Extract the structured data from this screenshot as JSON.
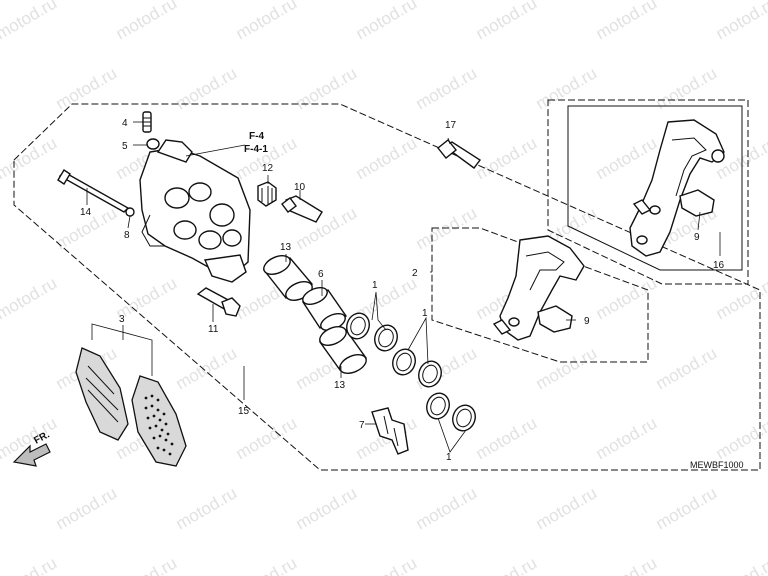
{
  "watermark": {
    "text": "motod.ru"
  },
  "diagram": {
    "code": "MEWBF1000",
    "direction_label": "FR.",
    "references": [
      "F-4",
      "F-4-1"
    ],
    "callouts": {
      "c1a": "1",
      "c1b": "1",
      "c1c": "1",
      "c2": "2",
      "c3": "3",
      "c4": "4",
      "c5": "5",
      "c6": "6",
      "c7": "7",
      "c8": "8",
      "c9a": "9",
      "c9b": "9",
      "c10": "10",
      "c11": "11",
      "c12": "12",
      "c13a": "13",
      "c13b": "13",
      "c14": "14",
      "c15": "15",
      "c16": "16",
      "c17": "17"
    }
  }
}
